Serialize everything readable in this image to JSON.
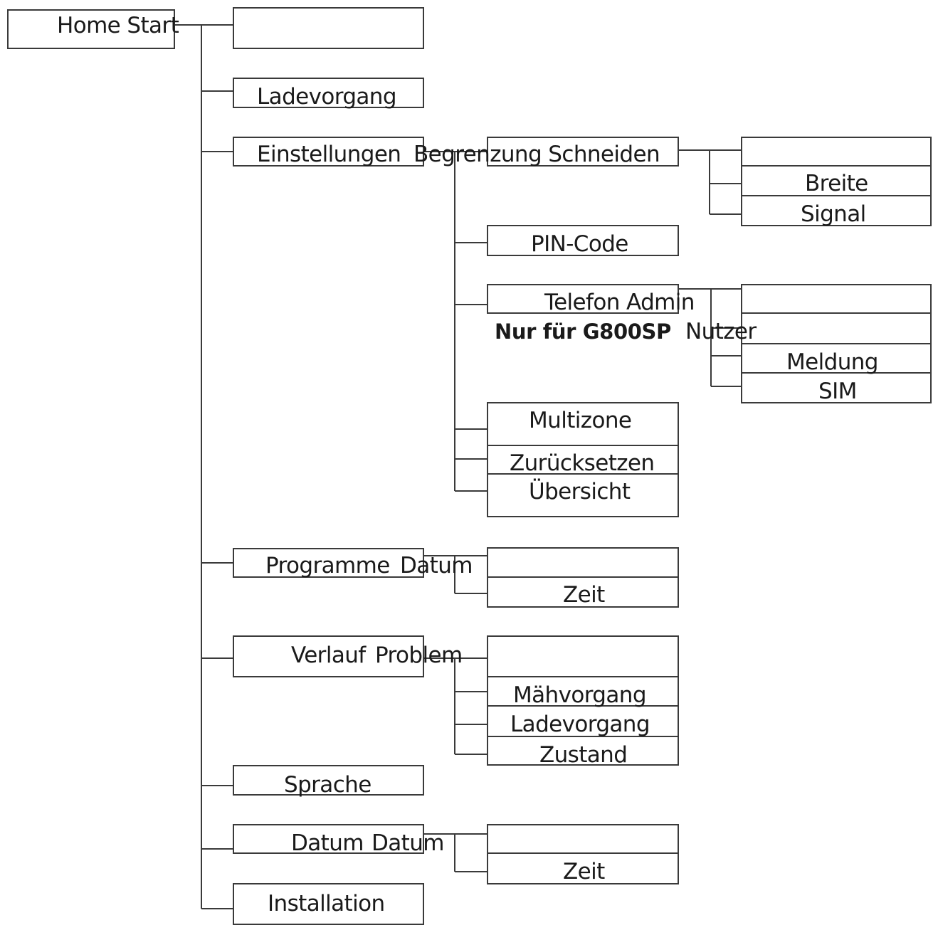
{
  "menu": {
    "home": "Home Start",
    "level1": {
      "top": "",
      "ladevorgang": "Ladevorgang",
      "einstellungen": "Einstellungen",
      "programme": "Programme",
      "verlauf": "Verlauf",
      "sprache": "Sprache",
      "datum": "Datum",
      "installation": "Installation"
    },
    "einstellungen_children": {
      "begrenzung": "Begrenzung Schneiden",
      "pin": "PIN-Code",
      "telefon": "Telefon Admin",
      "multizone": "Multizone",
      "zuruecksetzen": "Zurücksetzen",
      "uebersicht": "Übersicht"
    },
    "begrenzung_children": {
      "top": "",
      "breite": "Breite",
      "signal": "Signal"
    },
    "telefon_children": {
      "top": "",
      "nutzer": "Nutzer",
      "meldung": "Meldung",
      "sim": "SIM"
    },
    "telefon_note": "Nur für G800SP",
    "programme_children": {
      "datum": "Datum",
      "zeit": "Zeit"
    },
    "verlauf_children": {
      "problem": "Problem",
      "maehvorgang": "Mähvorgang",
      "ladevorgang": "Ladevorgang",
      "zustand": "Zustand"
    },
    "datum_children": {
      "datum": "Datum",
      "zeit": "Zeit"
    }
  }
}
